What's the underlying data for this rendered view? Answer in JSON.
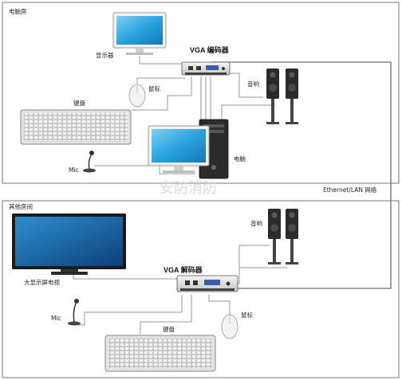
{
  "rooms": {
    "top": "电脑房",
    "bottom": "其他房间"
  },
  "network_label": "Ethernet/LAN 网络",
  "encoder_label": "VGA 编码器",
  "decoder_label": "VGA 解码器",
  "top_devices": {
    "monitor": "显示器",
    "mouse": "鼠标",
    "keyboard": "键盘",
    "speakers": "音响",
    "computer": "电脑",
    "mic": "Mic"
  },
  "bottom_devices": {
    "tv": "大显示屏电视",
    "speakers": "音响",
    "mic": "Mic",
    "keyboard": "键盘",
    "mouse": "鼠标"
  },
  "watermark": "安防消防",
  "colors": {
    "screen": "#2aa3de",
    "frame": "#8a8a8a",
    "device": "#2b2b2b"
  }
}
